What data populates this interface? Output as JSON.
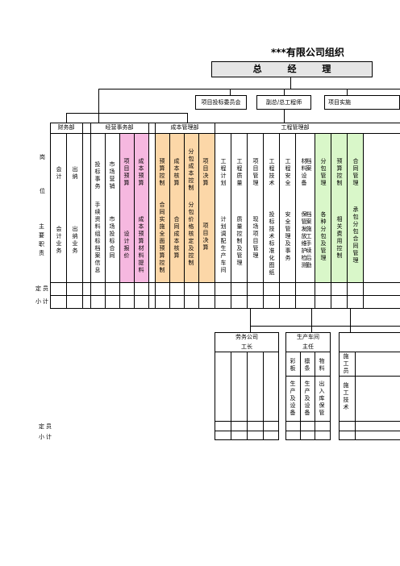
{
  "title": "***有限公司组织",
  "gm": "总 经 理",
  "level2": [
    "项目投标委员会",
    "副总/总工程师",
    "项目实施"
  ],
  "departments": {
    "finance": "财务部",
    "business": "经营事务部",
    "cost": "成本管理部",
    "engineering": "工程管理部"
  },
  "row_labels": {
    "position_a": "岗",
    "position_b": "位",
    "duties": "主要职责",
    "staff": "定员",
    "subtotal": "小计",
    "staff2": "定员",
    "subtotal2": "小计"
  },
  "positions": [
    "会计",
    "出纳",
    "投标事务",
    "市场营销",
    "项目预算",
    "成本预算",
    "预算控制",
    "成本核算",
    "分包成本控制",
    "项目决算",
    "工程计划",
    "工程质量",
    "项目管理",
    "工程技术",
    "工程安全",
    "材料设备",
    "档案",
    "分包管理",
    "预算控制",
    "合同管理"
  ],
  "duties": [
    "会计业务",
    "出纳业务",
    "手续资料组标档案信息",
    "市场投标合同",
    "设计报价",
    "成本预算材料提料",
    "合同实施全面预算控制",
    "合同成本核算",
    "分包价格核定及控制",
    "项目决算",
    "计划调配生产车间",
    "质量控制及管理",
    "现场项目管理",
    "投标技术标准化图纸",
    "安全管理及事务",
    "保管发放维护检测",
    "档案施工手续后勤",
    "各种分包及管理",
    "相关费用控制",
    "承包分包合同管理"
  ],
  "lower": {
    "labor": "劳务公司",
    "foreman": "工长",
    "workshop": "生产车间",
    "director": "主任",
    "items_top": [
      "彩板",
      "檩条",
      "物料",
      "施工员"
    ],
    "items_bottom": [
      "生产及设备",
      "生产及设备",
      "出入库保管",
      "施工技术"
    ]
  },
  "colors": {
    "pink": "#f6b8e0",
    "orange": "#fcd7a8",
    "green": "#d9f7c9",
    "gm_bg": "#e6e6e6"
  }
}
